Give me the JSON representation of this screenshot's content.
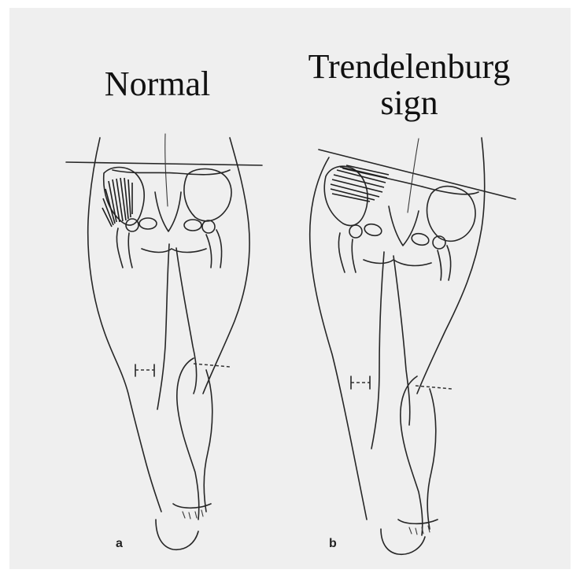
{
  "panels": [
    {
      "id": "a",
      "title": "Normal",
      "letter": "a"
    },
    {
      "id": "b",
      "title": "Trendelenburg\nsign",
      "letter": "b"
    }
  ],
  "colors": {
    "background": "#efefef",
    "ink": "#262626"
  }
}
